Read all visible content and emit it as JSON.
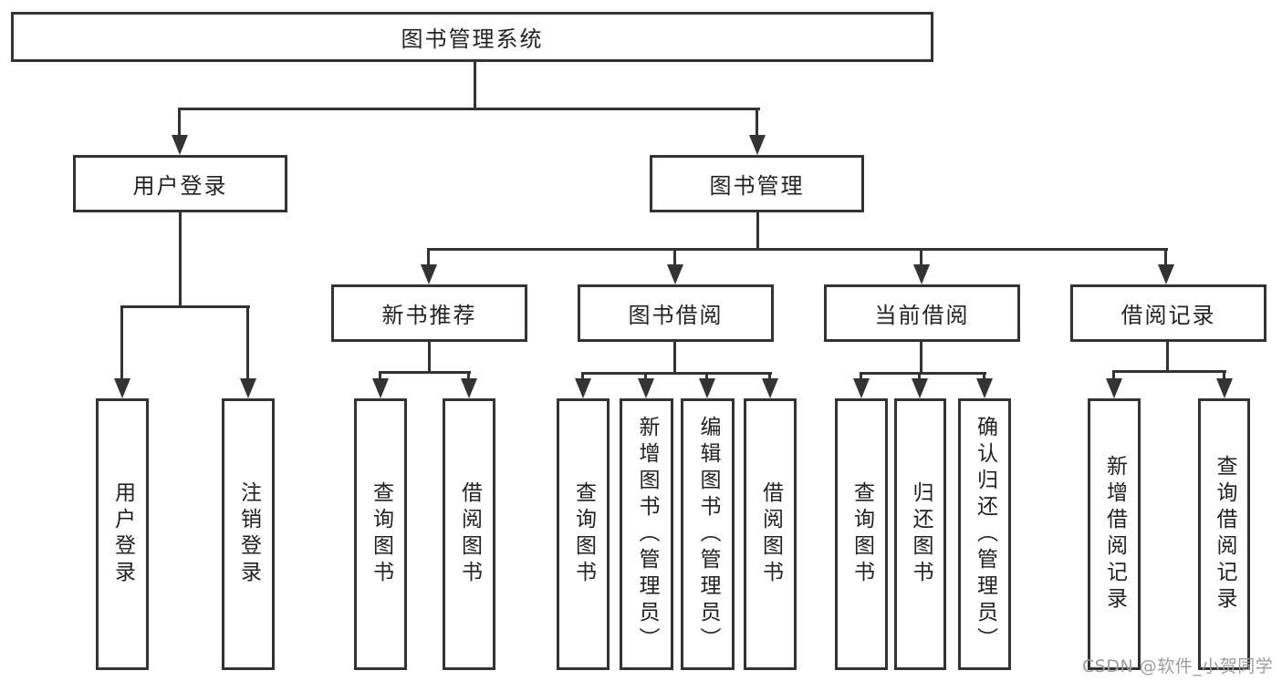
{
  "tree": {
    "root": {
      "label": "图书管理系统",
      "children": [
        {
          "label": "用户登录",
          "children": [
            {
              "label": "用户登录"
            },
            {
              "label": "注销登录"
            }
          ]
        },
        {
          "label": "图书管理",
          "children": [
            {
              "label": "新书推荐",
              "children": [
                {
                  "label": "查询图书"
                },
                {
                  "label": "借阅图书"
                }
              ]
            },
            {
              "label": "图书借阅",
              "children": [
                {
                  "label": "查询图书"
                },
                {
                  "label": "新增图书（管理员）"
                },
                {
                  "label": "编辑图书（管理员）"
                },
                {
                  "label": "借阅图书"
                }
              ]
            },
            {
              "label": "当前借阅",
              "children": [
                {
                  "label": "查询图书"
                },
                {
                  "label": "归还图书"
                },
                {
                  "label": "确认归还（管理员）"
                }
              ]
            },
            {
              "label": "借阅记录",
              "children": [
                {
                  "label": "新增借阅记录"
                },
                {
                  "label": "查询借阅记录"
                }
              ]
            }
          ]
        }
      ]
    }
  },
  "watermark": {
    "text": "CSDN @软件_小贺同学"
  },
  "colors": {
    "line": "#333333",
    "text": "#222222",
    "watermark": "#9c9c9c",
    "background": "#ffffff"
  }
}
